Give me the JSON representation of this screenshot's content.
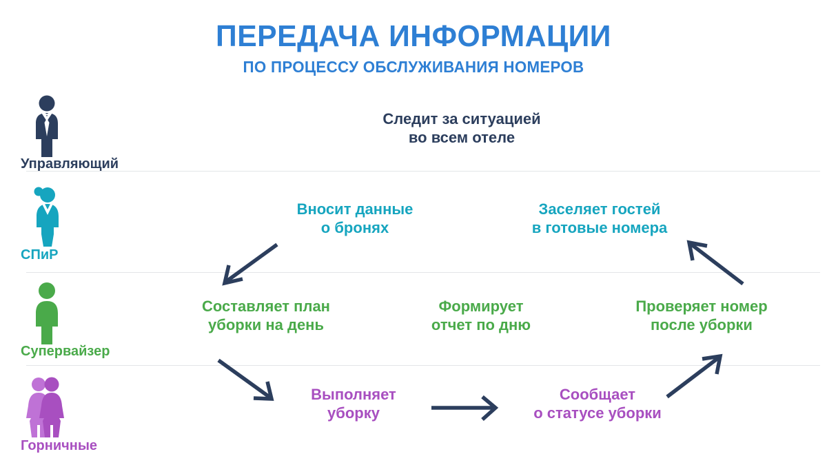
{
  "header": {
    "title": "ПЕРЕДАЧА ИНФОРМАЦИИ",
    "subtitle": "ПО ПРОЦЕССУ ОБСЛУЖИВАНИЯ НОМЕРОВ",
    "title_color": "#2e7fd4"
  },
  "roles": [
    {
      "label": "Управляющий",
      "color": "#2c3e5d",
      "icon": "manager-suit-icon"
    },
    {
      "label": "СПиР",
      "color": "#16a5bf",
      "icon": "receptionist-icon"
    },
    {
      "label": "Супервайзер",
      "color": "#4aaa4a",
      "icon": "supervisor-icon"
    },
    {
      "label": "Горничные",
      "color": "#a84fc0",
      "icon": "maids-icon"
    }
  ],
  "flow": {
    "manager_watch": "Следит за ситуацией\nво всем отеле",
    "reception_booking": "Вносит данные\nо бронях",
    "reception_checkin": "Заселяет гостей\nв готовые номера",
    "supervisor_plan": "Составляет план\nуборки на день",
    "supervisor_report": "Формирует\nотчет по дню",
    "supervisor_check": "Проверяет номер\nпосле уборки",
    "maids_clean": "Выполняет\nуборку",
    "maids_status": "Сообщает\nо статусе уборки"
  },
  "arrows": [
    {
      "name": "arrow-booking-to-plan",
      "from": "reception_booking",
      "to": "supervisor_plan",
      "direction": "down-left"
    },
    {
      "name": "arrow-plan-to-clean",
      "from": "supervisor_plan",
      "to": "maids_clean",
      "direction": "down-right"
    },
    {
      "name": "arrow-clean-to-status",
      "from": "maids_clean",
      "to": "maids_status",
      "direction": "right"
    },
    {
      "name": "arrow-status-to-check",
      "from": "maids_status",
      "to": "supervisor_check",
      "direction": "up-right"
    },
    {
      "name": "arrow-check-to-checkin",
      "from": "supervisor_check",
      "to": "reception_checkin",
      "direction": "up-left"
    }
  ],
  "colors": {
    "arrow": "#2c3e5d",
    "divider": "#e3e5e8",
    "background": "#ffffff",
    "teal": "#16a5bf",
    "green": "#4aaa4a",
    "purple": "#a84fc0",
    "purple_light": "#bf72d6",
    "navy": "#2c3e5d",
    "blue": "#2e7fd4"
  }
}
